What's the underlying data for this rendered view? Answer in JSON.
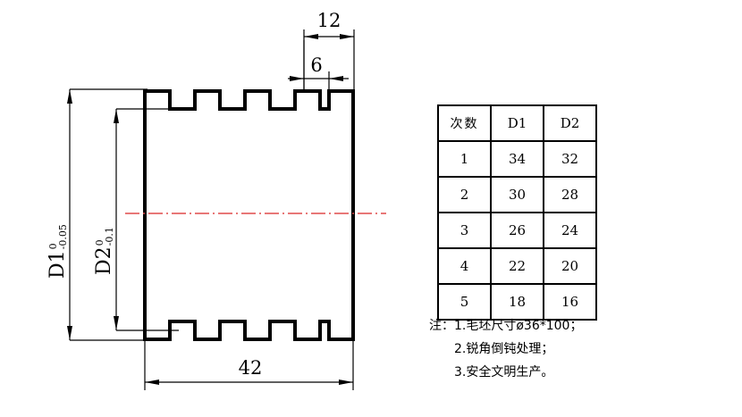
{
  "title": "Stepped shaft turning exercise drawing",
  "drawing": {
    "centerline_color": "#e04a4a",
    "line_color": "#000000",
    "background": "#ffffff",
    "dimensions": {
      "top_outer": "12",
      "top_inner": "6",
      "bottom_overall": "42",
      "left_outer_label": "D1",
      "left_outer_tol_upper": "0",
      "left_outer_tol_lower": "-0.05",
      "left_inner_label": "D2",
      "left_inner_tol_upper": "0",
      "left_inner_tol_lower": "-0.1"
    }
  },
  "table": {
    "headers": [
      "次数",
      "D1",
      "D2"
    ],
    "rows": [
      [
        "1",
        "34",
        "32"
      ],
      [
        "2",
        "30",
        "28"
      ],
      [
        "3",
        "26",
        "24"
      ],
      [
        "4",
        "22",
        "20"
      ],
      [
        "5",
        "18",
        "16"
      ]
    ]
  },
  "notes": [
    "注：1.毛坯尺寸ø36*100；",
    "2.锐角倒钝处理；",
    "3.安全文明生产。"
  ]
}
